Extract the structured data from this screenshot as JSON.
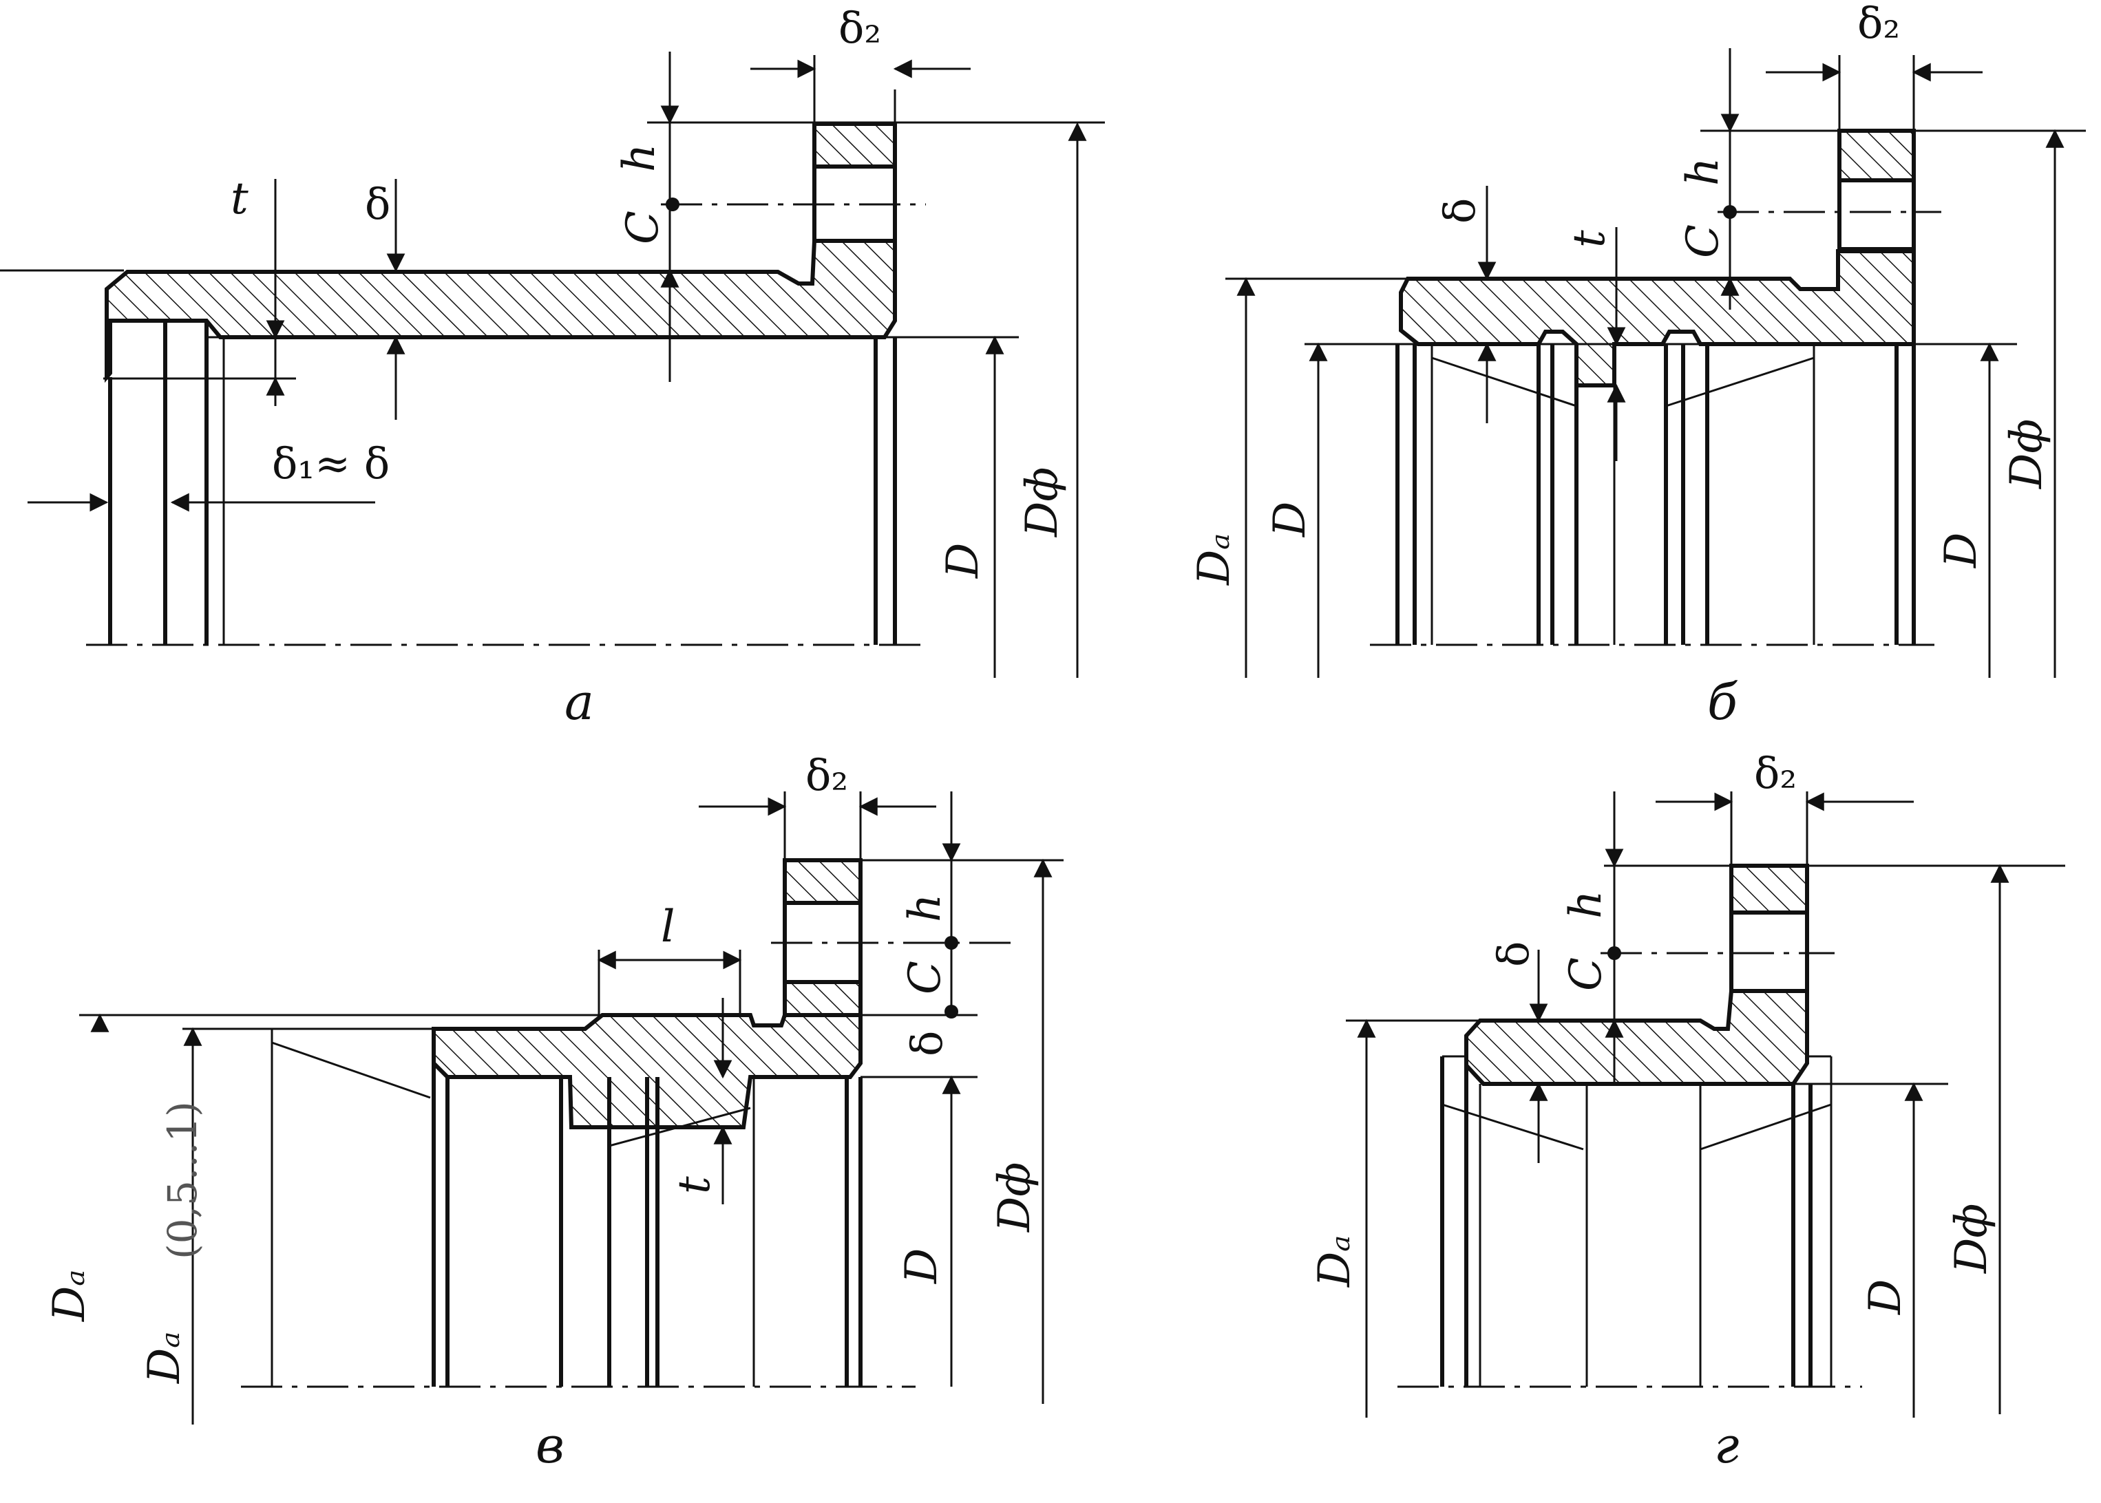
{
  "panels": [
    {
      "id": "a",
      "caption": "а"
    },
    {
      "id": "b",
      "caption": "б"
    },
    {
      "id": "v",
      "caption": "в"
    },
    {
      "id": "g",
      "caption": "г"
    }
  ],
  "labels": {
    "delta": "δ",
    "delta1_approx": "δ₁≈ δ",
    "delta2": "δ₂",
    "t": "t",
    "h": "h",
    "C": "C",
    "D": "D",
    "Da": "Dₐ",
    "Df": "Dф",
    "l": "l",
    "range": "(0,5...1)",
    "Da_faint": "Dₐ"
  }
}
